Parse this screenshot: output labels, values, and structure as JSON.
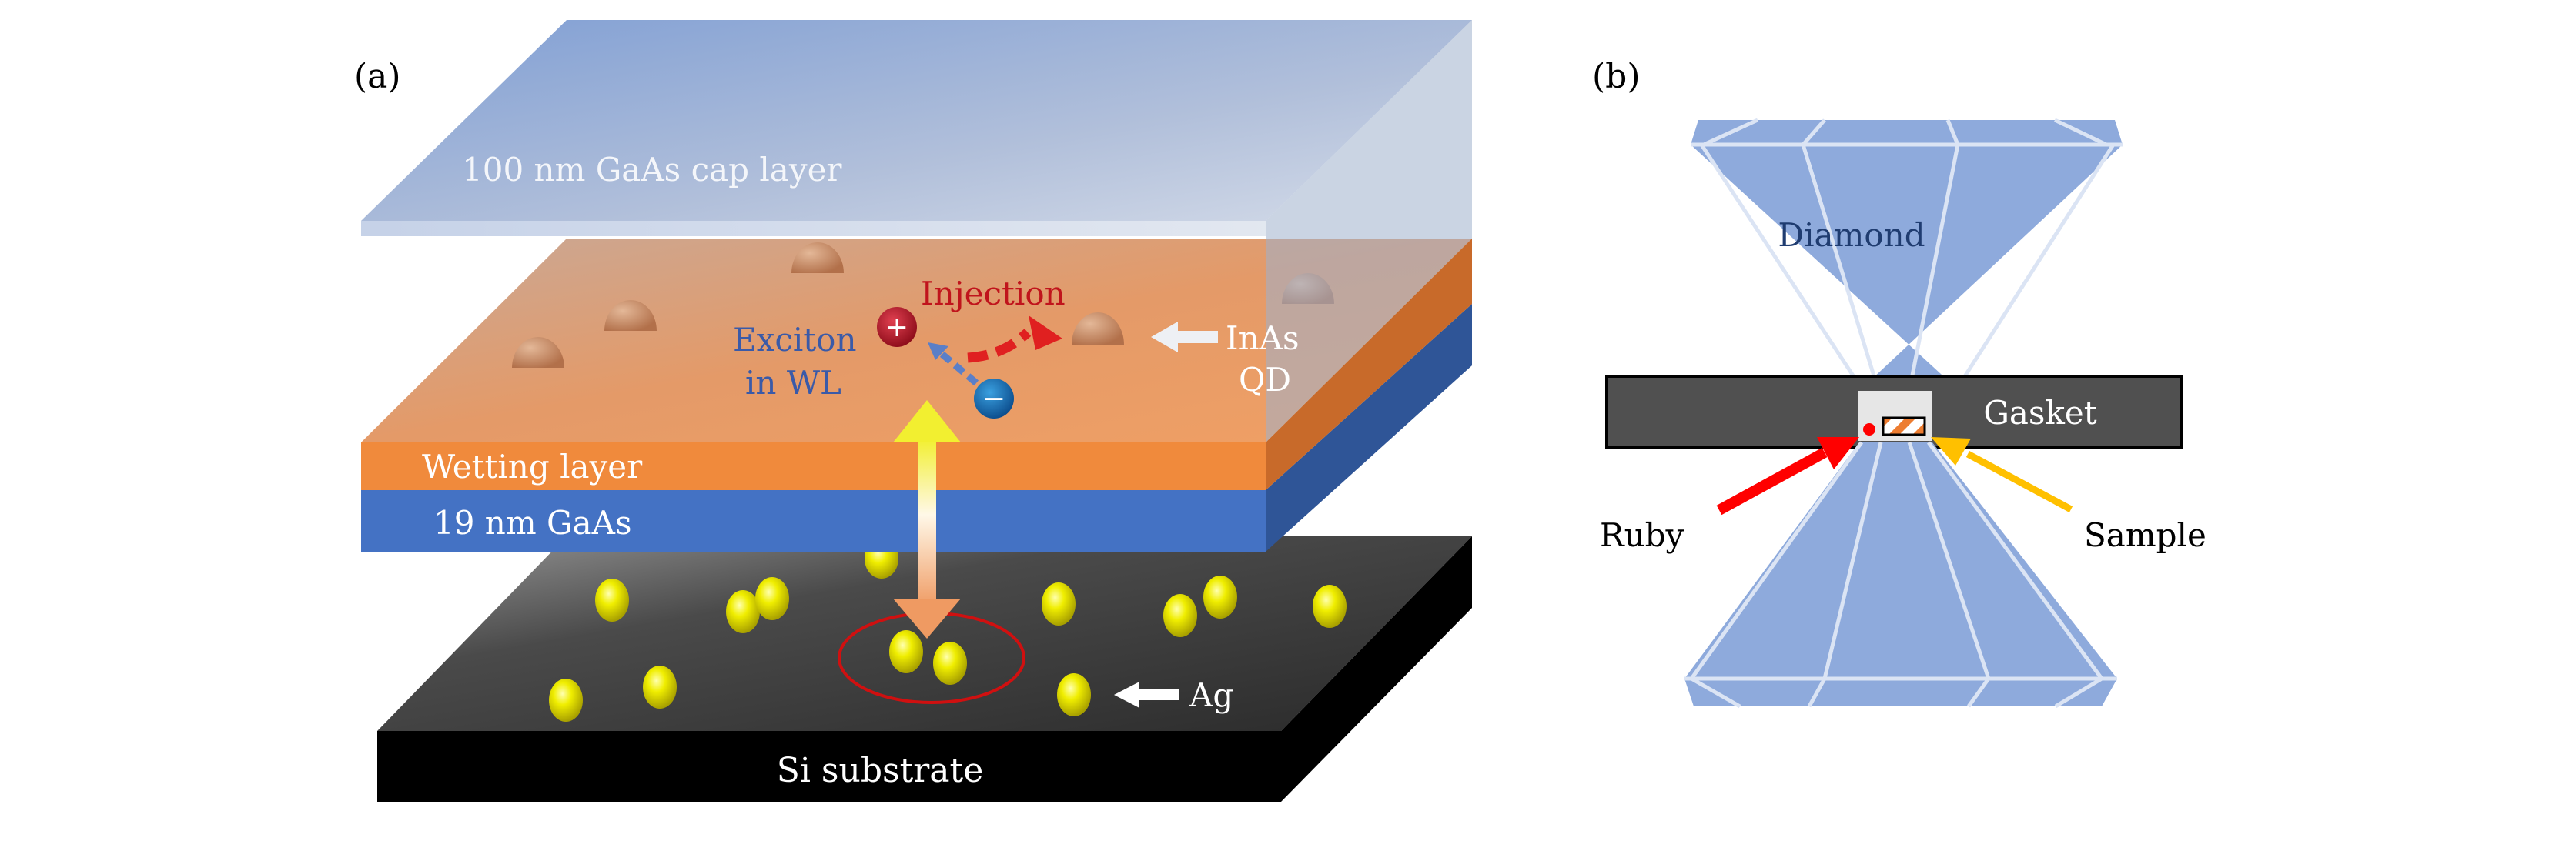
{
  "figure": {
    "panel_a": {
      "label": "(a)",
      "layers": {
        "cap": "100 nm GaAs cap layer",
        "wetting": "Wetting layer",
        "gaas": "19 nm GaAs",
        "substrate": "Si substrate"
      },
      "annotations": {
        "injection": "Injection",
        "exciton_line1": "Exciton",
        "exciton_line2": "in WL",
        "qd_line1": "InAs",
        "qd_line2": "QD",
        "ag": "Ag",
        "hole_symbol": "+",
        "electron_symbol": "−"
      },
      "colors": {
        "cap": "#7f9fd4",
        "wetting": "#f08a3c",
        "gaas": "#4472c4",
        "substrate": "#1a1a1a",
        "qd": "#c98a62",
        "ag": "#e8e000",
        "injection_text": "#c0141c",
        "exciton_text": "#3a5aa8",
        "circle": "#d01010"
      }
    },
    "panel_b": {
      "label": "(b)",
      "diamond": "Diamond",
      "gasket": "Gasket",
      "ruby": "Ruby",
      "sample": "Sample",
      "colors": {
        "diamond": "#8eaadc",
        "gasket": "#505050",
        "chamber": "#e6e6e6",
        "ruby": "#ff0000",
        "sample_arrow": "#ffc000",
        "sample_stripe": "#ed7d31"
      }
    }
  }
}
